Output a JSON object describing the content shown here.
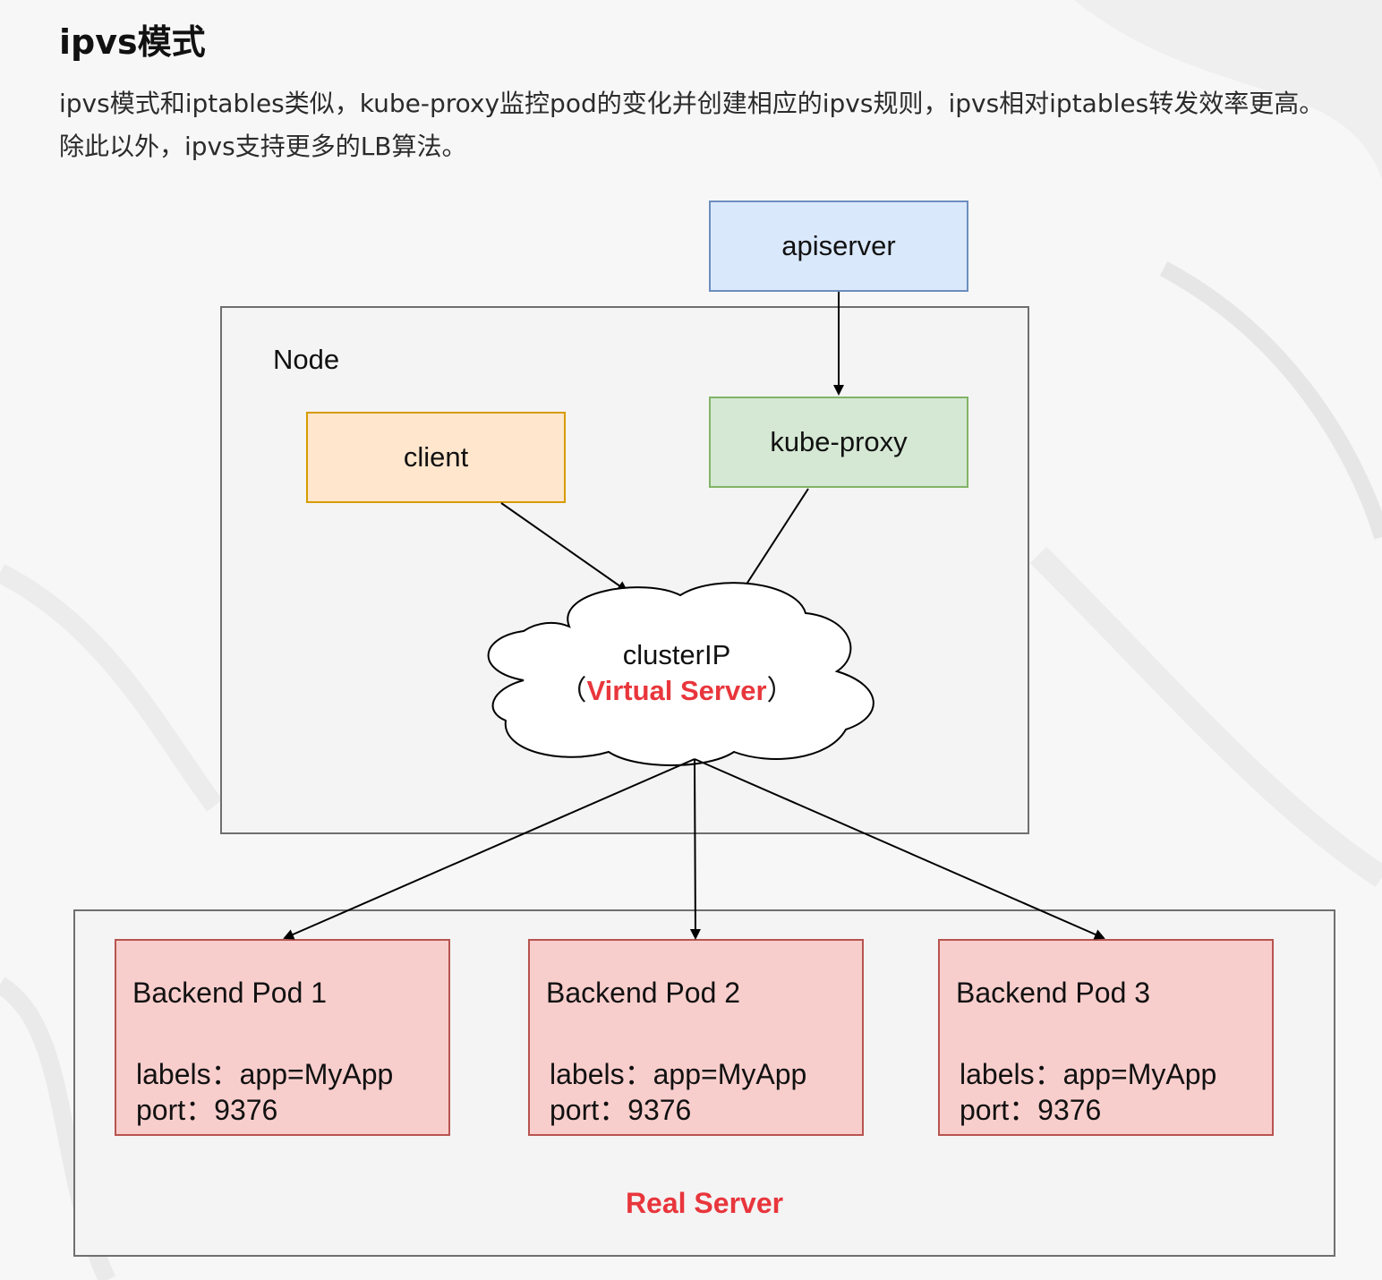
{
  "heading": "ipvs模式",
  "paragraph": "ipvs模式和iptables类似，kube-proxy监控pod的变化并创建相应的ipvs规则，ipvs相对iptables转发效率更高。除此以外，ipvs支持更多的LB算法。",
  "diagram": {
    "apiserver": "apiserver",
    "node_label": "Node",
    "client": "client",
    "kube_proxy": "kube-proxy",
    "cluster_ip": "clusterIP",
    "virtual_server_open": "（",
    "virtual_server": "Virtual Server",
    "virtual_server_close": "）",
    "real_server": "Real Server",
    "pods": [
      {
        "title": "Backend Pod 1",
        "labels": "labels：app=MyApp",
        "port": "port：9376"
      },
      {
        "title": "Backend Pod 2",
        "labels": "labels：app=MyApp",
        "port": "port：9376"
      },
      {
        "title": "Backend Pod 3",
        "labels": "labels：app=MyApp",
        "port": "port：9376"
      }
    ],
    "colors": {
      "apiserver_fill": "#dae8fc",
      "client_fill": "#ffe6cc",
      "kube_proxy_fill": "#d5e8d4",
      "pod_fill": "#f8cecc",
      "highlight_text": "#e8363c"
    }
  }
}
